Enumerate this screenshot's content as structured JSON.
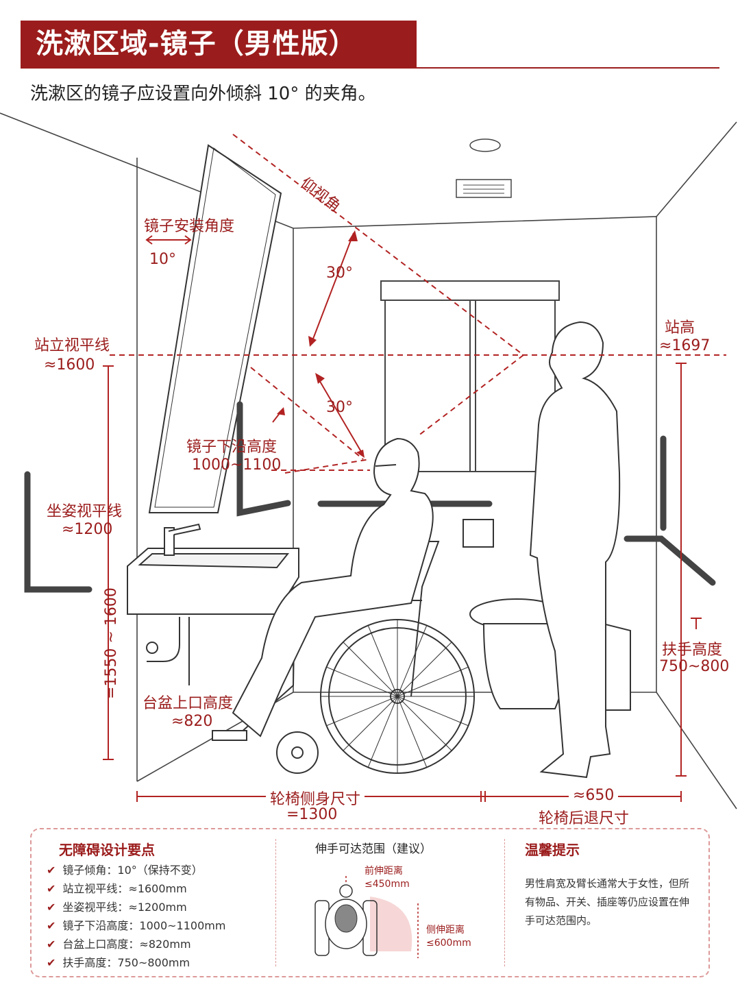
{
  "title": "洗漱区域-镜子（男性版）",
  "subtitle": "洗漱区的镜子应设置向外倾斜 10° 的夹角。",
  "colors": {
    "accent": "#9b1c1c",
    "line": "#333333",
    "dashed_red": "#b22222"
  },
  "labels": {
    "elevation_angle": "仰视角",
    "mirror_angle_title": "镜子安装角度",
    "mirror_angle_value": "10°",
    "angle_upper": "30°",
    "angle_lower": "30°",
    "standing_eye_title": "站立视平线",
    "standing_eye_value": "≈1600",
    "standing_height_title": "站高",
    "standing_height_value": "≈1697",
    "mirror_bottom_title": "镜子下沿高度",
    "mirror_bottom_value": "1000~1100",
    "seated_eye_title": "坐姿视平线",
    "seated_eye_value": "≈1200",
    "vertical_range": "=1550 ~ 1600",
    "basin_title": "台盆上口高度",
    "basin_value": "≈820",
    "handrail_title": "扶手高度",
    "handrail_value": "750~800",
    "wheelchair_side_title": "轮椅侧身尺寸",
    "wheelchair_side_value": "=1300",
    "wheelchair_back_value": "≈650",
    "wheelchair_back_title": "轮椅后退尺寸"
  },
  "panel": {
    "key_points_title": "无障碍设计要点",
    "key_points": [
      "镜子倾角：10°（保持不变）",
      "站立视平线：≈1600mm",
      "坐姿视平线：≈1200mm",
      "镜子下沿高度：1000~1100mm",
      "台盆上口高度：≈820mm",
      "扶手高度：750~800mm"
    ],
    "reach_title": "伸手可达范围（建议）",
    "front_reach_title": "前伸距离",
    "front_reach_value": "≤450mm",
    "side_reach_title": "侧伸距离",
    "side_reach_value": "≤600mm",
    "tip_title": "温馨提示",
    "tip_text": "男性肩宽及臂长通常大于女性，但所有物品、开关、插座等仍应设置在伸手可达范围内。"
  }
}
